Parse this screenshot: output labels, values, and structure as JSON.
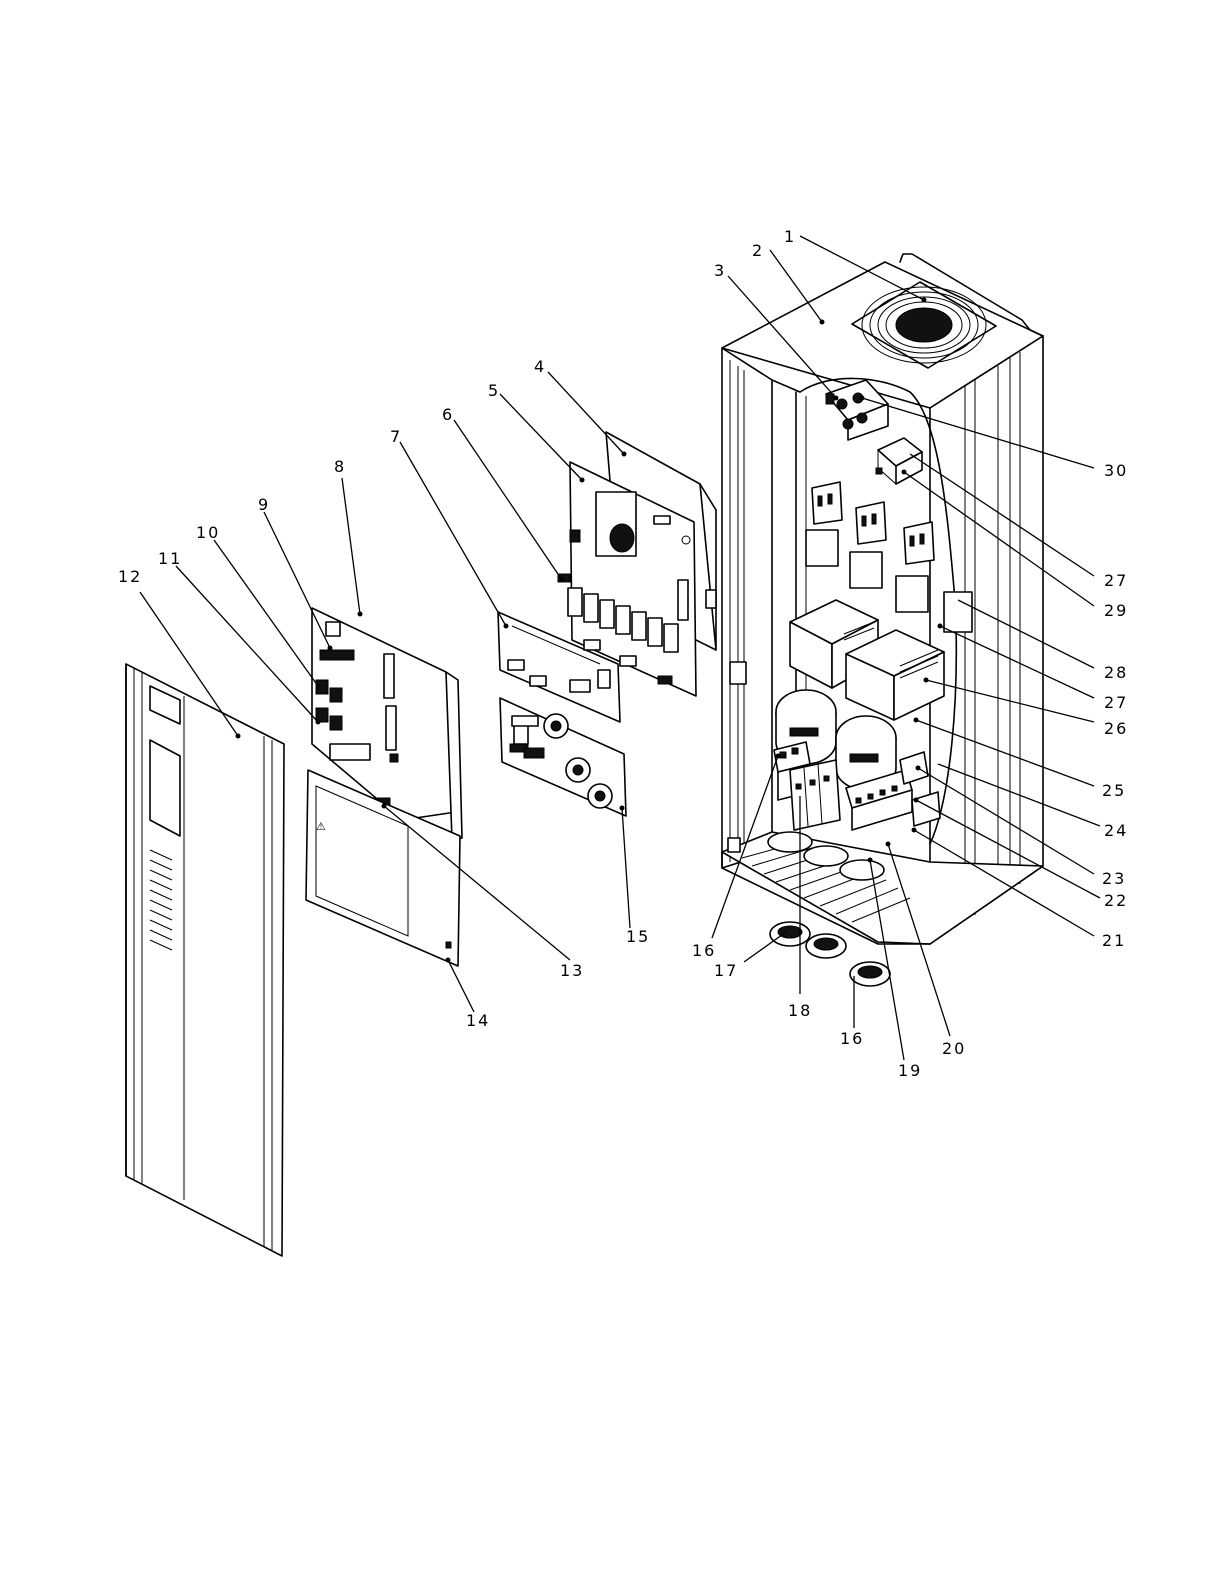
{
  "callouts": [
    {
      "id": "c1",
      "text": "1"
    },
    {
      "id": "c2",
      "text": "2"
    },
    {
      "id": "c3",
      "text": "3"
    },
    {
      "id": "c4",
      "text": "4"
    },
    {
      "id": "c5",
      "text": "5"
    },
    {
      "id": "c6",
      "text": "6"
    },
    {
      "id": "c7",
      "text": "7"
    },
    {
      "id": "c8",
      "text": "8"
    },
    {
      "id": "c9",
      "text": "9"
    },
    {
      "id": "c10",
      "text": "10"
    },
    {
      "id": "c11",
      "text": "11"
    },
    {
      "id": "c12",
      "text": "12"
    },
    {
      "id": "c13",
      "text": "13"
    },
    {
      "id": "c14",
      "text": "14"
    },
    {
      "id": "c15",
      "text": "15"
    },
    {
      "id": "c16a",
      "text": "16"
    },
    {
      "id": "c16b",
      "text": "16"
    },
    {
      "id": "c17",
      "text": "17"
    },
    {
      "id": "c18",
      "text": "18"
    },
    {
      "id": "c19",
      "text": "19"
    },
    {
      "id": "c20",
      "text": "20"
    },
    {
      "id": "c21",
      "text": "21"
    },
    {
      "id": "c22",
      "text": "22"
    },
    {
      "id": "c23",
      "text": "23"
    },
    {
      "id": "c24",
      "text": "24"
    },
    {
      "id": "c25",
      "text": "25"
    },
    {
      "id": "c26",
      "text": "26"
    },
    {
      "id": "c27a",
      "text": "27"
    },
    {
      "id": "c27b",
      "text": "27"
    },
    {
      "id": "c28",
      "text": "28"
    },
    {
      "id": "c29",
      "text": "29"
    },
    {
      "id": "c30",
      "text": "30"
    }
  ]
}
